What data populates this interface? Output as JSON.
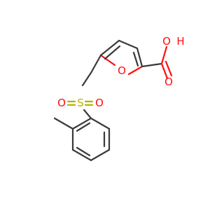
{
  "molecule": {
    "atoms": {
      "o_ring": "O",
      "o_carbonyl": "O",
      "o_hydroxyl": "O",
      "h_hydroxyl": "H",
      "s_sulfonyl": "S",
      "o_sulfonyl_left": "O",
      "o_sulfonyl_right": "O"
    },
    "colors": {
      "bond": "#3a3a3a",
      "oxygen": "#ff0d0d",
      "sulfur": "#b3b300"
    }
  }
}
